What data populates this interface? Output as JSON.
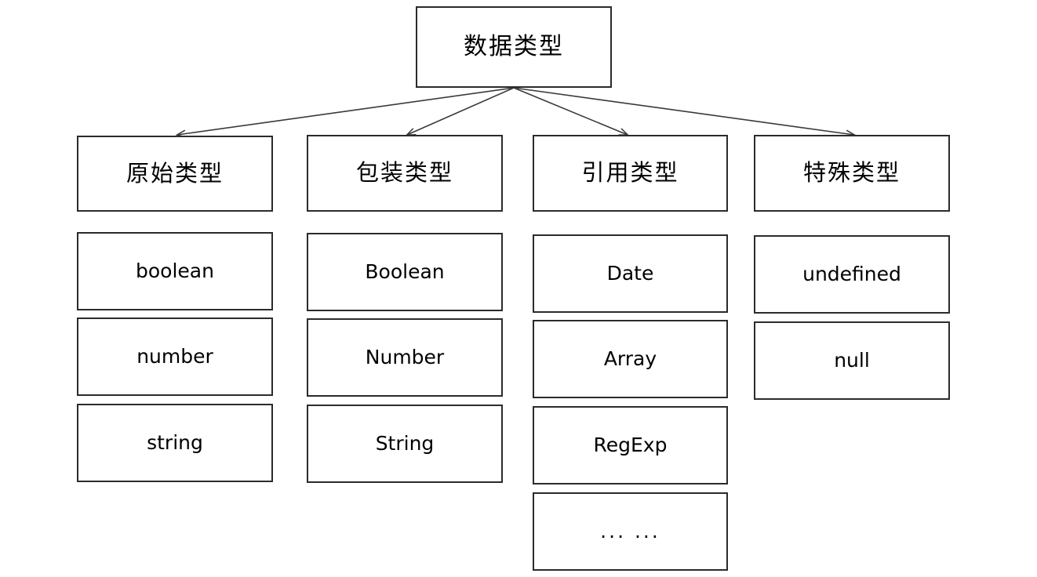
{
  "diagram": {
    "title": "数据类型",
    "root": {
      "label": "数据类型"
    },
    "columns": [
      {
        "category": "原始类型",
        "leaves": [
          "boolean",
          "number",
          "string"
        ]
      },
      {
        "category": "包装类型",
        "leaves": [
          "Boolean",
          "Number",
          "String"
        ]
      },
      {
        "category": "引用类型",
        "leaves": [
          "Date",
          "Array",
          "RegExp",
          "... ..."
        ]
      },
      {
        "category": "特殊类型",
        "leaves": [
          "undefined",
          "null"
        ]
      }
    ],
    "colors": {
      "background": "#ffffff",
      "border": "#2b2b2b",
      "text": "#000000",
      "connector": "#3a3a3a"
    }
  }
}
